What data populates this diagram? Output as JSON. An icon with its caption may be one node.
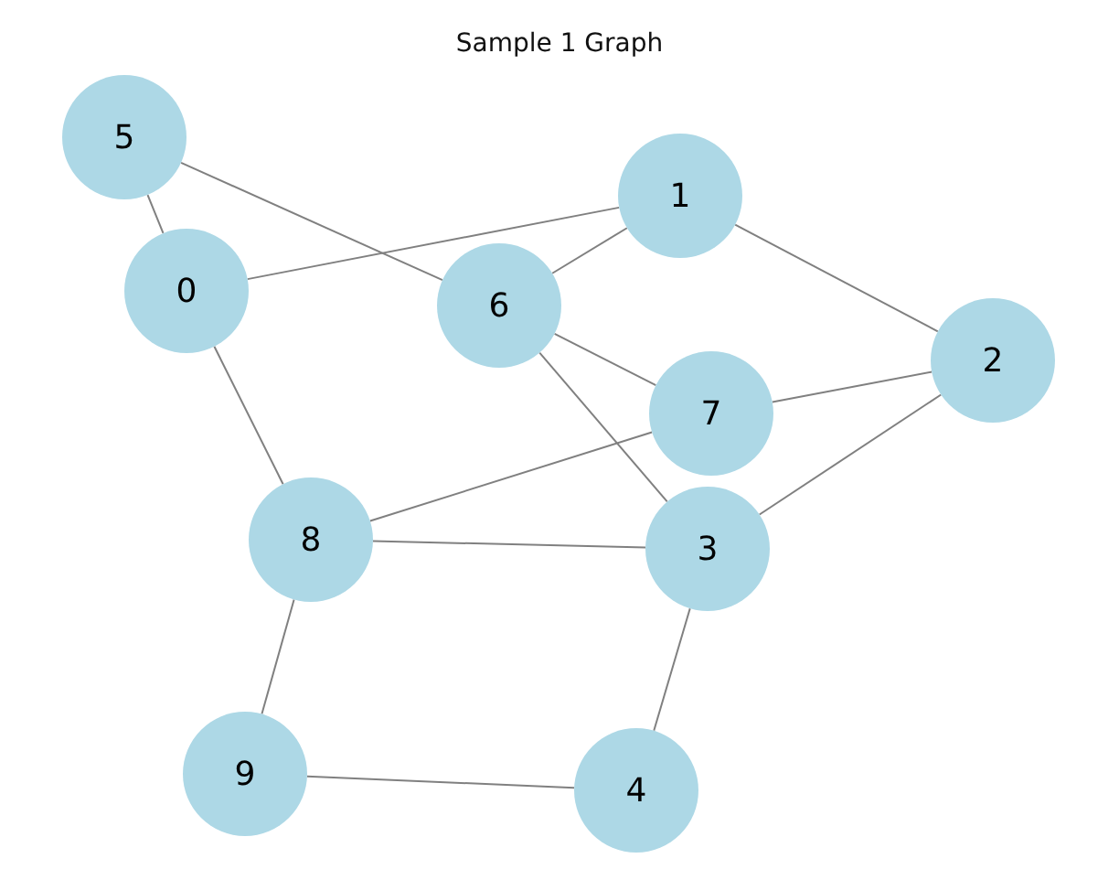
{
  "diagram": {
    "title": "Sample 1 Graph",
    "nodes": [
      {
        "text": [
          "0"
        ]
      },
      {
        "text": [
          "1"
        ]
      },
      {
        "text": [
          "2"
        ]
      },
      {
        "text": [
          "3"
        ]
      },
      {
        "text": [
          "4"
        ]
      },
      {
        "text": [
          "5"
        ]
      },
      {
        "text": [
          "6"
        ]
      },
      {
        "text": [
          "7"
        ]
      },
      {
        "text": [
          "8"
        ]
      },
      {
        "text": [
          "9"
        ]
      }
    ],
    "edges": [
      {
        "from": 5,
        "to": 0,
        "arrow": "none"
      },
      {
        "from": 5,
        "to": 6,
        "arrow": "none"
      },
      {
        "from": 0,
        "to": 1,
        "arrow": "none"
      },
      {
        "from": 1,
        "to": 6,
        "arrow": "none"
      },
      {
        "from": 1,
        "to": 2,
        "arrow": "none"
      },
      {
        "from": 6,
        "to": 7,
        "arrow": "none"
      },
      {
        "from": 6,
        "to": 3,
        "arrow": "none"
      },
      {
        "from": 7,
        "to": 2,
        "arrow": "none"
      },
      {
        "from": 2,
        "to": 3,
        "arrow": "none"
      },
      {
        "from": 0,
        "to": 8,
        "arrow": "none"
      },
      {
        "from": 8,
        "to": 7,
        "arrow": "none"
      },
      {
        "from": 8,
        "to": 3,
        "arrow": "none"
      },
      {
        "from": 3,
        "to": 4,
        "arrow": "none"
      },
      {
        "from": 8,
        "to": 9,
        "arrow": "none"
      },
      {
        "from": 9,
        "to": 4,
        "arrow": "none"
      }
    ]
  }
}
